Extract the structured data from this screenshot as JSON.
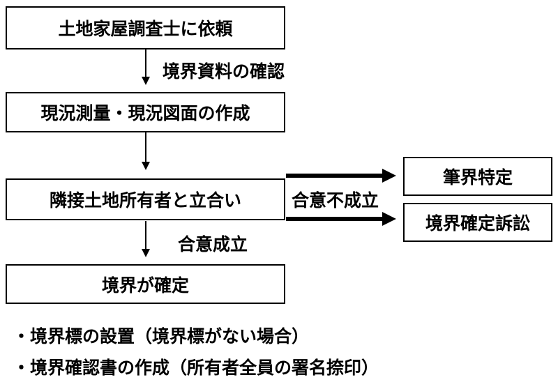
{
  "steps": [
    "土地家屋調査士に依頼",
    "現況測量・現況図面の作成",
    "隣接土地所有者と立合い",
    "境界が確定"
  ],
  "edge_labels": {
    "confirm_docs": "境界資料の確認",
    "agreement": "合意成立",
    "no_agreement": "合意不成立"
  },
  "outcomes": [
    "筆界特定",
    "境界確定訴訟"
  ],
  "notes": [
    "・境界標の設置（境界標がない場合）",
    "・境界確認書の作成（所有者全員の署名捺印）"
  ]
}
